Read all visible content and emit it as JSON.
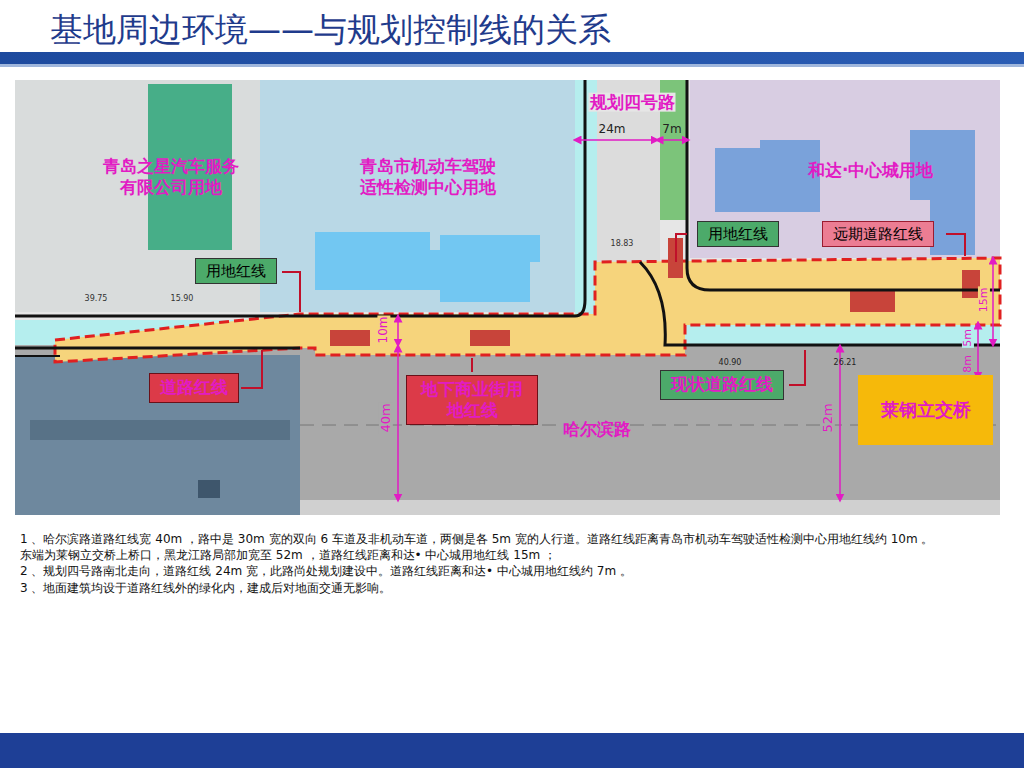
{
  "diagram": {
    "title": "基地周边环境——与规划控制线的关系",
    "nodes": [
      {
        "text": [
          "青岛之星汽车服务有限公司用地"
        ]
      },
      {
        "text": [
          "青岛市机动车驾驶适性检测中心用地"
        ]
      },
      {
        "text": [
          "和达·中心城用地"
        ]
      },
      {
        "text": [
          "用地红线"
        ]
      },
      {
        "text": [
          "用地红线"
        ]
      },
      {
        "text": [
          "远期道路红线"
        ]
      },
      {
        "text": [
          "哈尔滨路"
        ]
      },
      {
        "text": [
          "道路红线"
        ],
        "in": 6
      },
      {
        "text": [
          "地下商业街用地红线"
        ],
        "in": 6
      },
      {
        "text": [
          "现状道路红线"
        ],
        "in": 6
      },
      {
        "text": [
          "莱钢立交桥"
        ],
        "in": 6
      }
    ],
    "labels": [
      "规划四号路",
      "24m",
      "7m",
      "10m",
      "40m",
      "52m",
      "15m",
      "5m",
      "8m",
      "39.75",
      "15.90",
      "18.83",
      "40.90",
      "26.21",
      "1 、哈尔滨路道路红线宽 40m ，路中是 30m 宽的双向 6 车道及非机动车道，两侧是各 5m 宽的人行道。道路红线距离青岛市机动车驾驶适性检测中心用地红线约 10m 。",
      "东端为莱钢立交桥上桥口，黑龙江路局部加宽至 52m ，道路红线距离和达• 中心城用地红线 15m ；",
      "2 、规划四号路南北走向，道路红线 24m 宽，此路尚处规划建设中。道路红线距离和达• 中心城用地红线约 7m 。",
      "3 、地面建筑均设于道路红线外的绿化内，建成后对地面交通无影响。"
    ]
  }
}
